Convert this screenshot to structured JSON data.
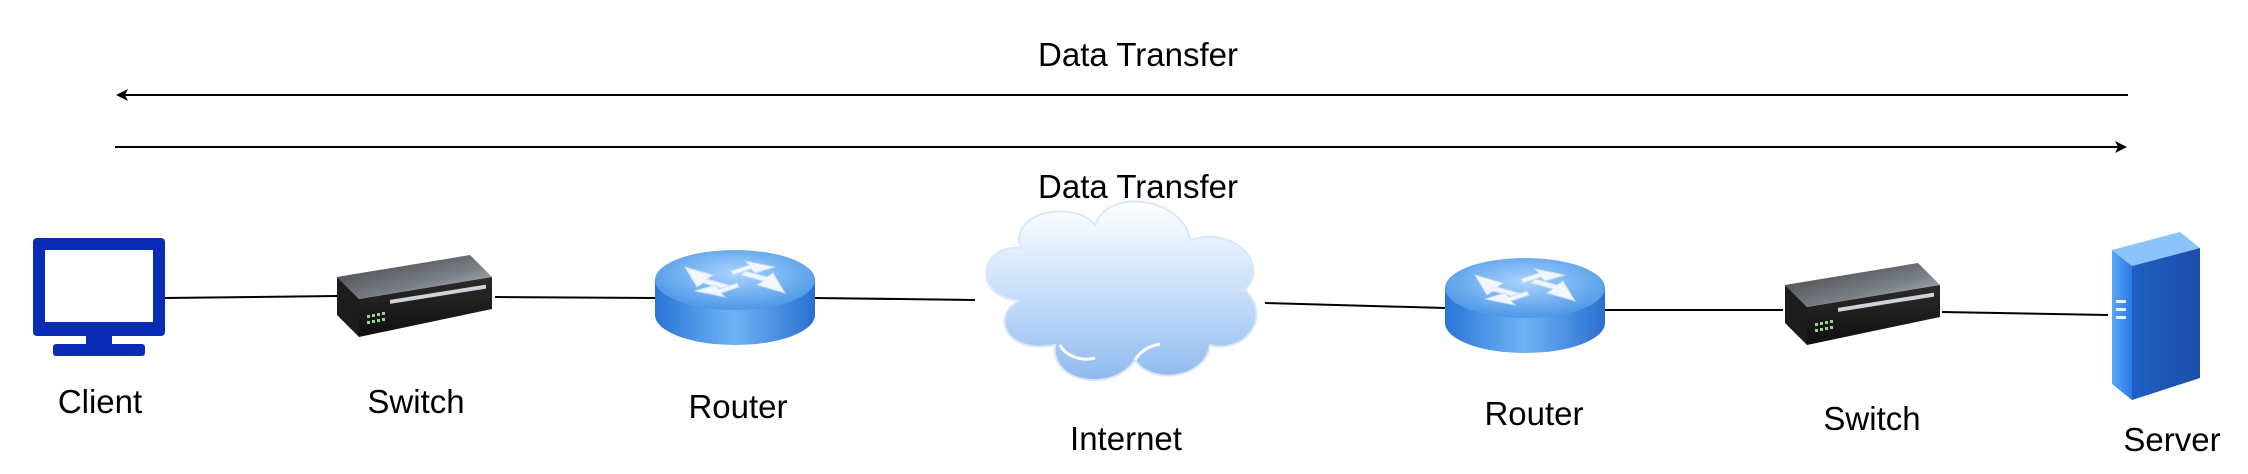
{
  "arrows": {
    "top_label": "Data Transfer",
    "bottom_label": "Data Transfer"
  },
  "nodes": {
    "client": "Client",
    "switch_left": "Switch",
    "router_left": "Router",
    "internet": "Internet",
    "router_right": "Router",
    "switch_right": "Switch",
    "server": "Server"
  },
  "icons": {
    "client": "monitor-icon",
    "switch": "network-switch-icon",
    "router": "router-icon",
    "internet": "cloud-icon",
    "server": "server-tower-icon"
  },
  "colors": {
    "monitor": "#0a2bb5",
    "router": "#3d8ee0",
    "cloud": "#b7d6fb",
    "server": "#2f80ec",
    "switch": "#3a3a3a",
    "line": "#000000"
  }
}
